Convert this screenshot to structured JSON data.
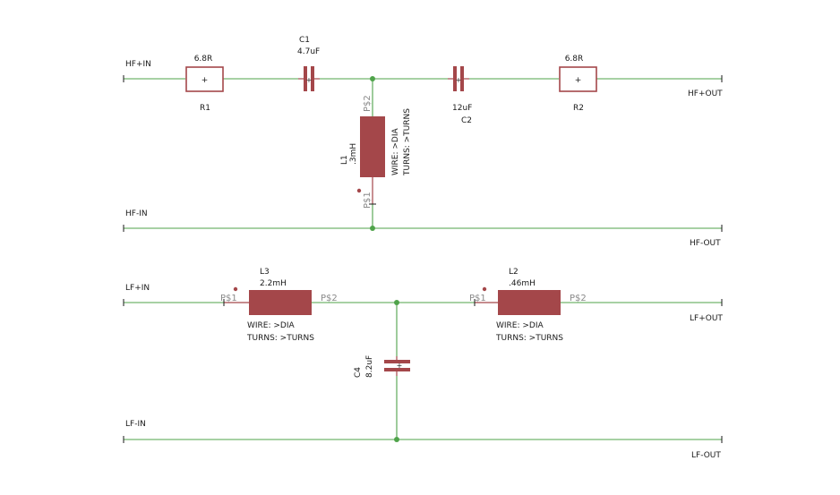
{
  "ports": {
    "hf_in_pos": "HF+IN",
    "hf_out_pos": "HF+OUT",
    "hf_in_neg": "HF-IN",
    "hf_out_neg": "HF-OUT",
    "lf_in_pos": "LF+IN",
    "lf_out_pos": "LF+OUT",
    "lf_in_neg": "LF-IN",
    "lf_out_neg": "LF-OUT"
  },
  "components": {
    "r1": {
      "name": "R1",
      "value": "6.8R"
    },
    "r2": {
      "name": "R2",
      "value": "6.8R"
    },
    "c1": {
      "name": "C1",
      "value": "4.7uF"
    },
    "c2": {
      "name": "C2",
      "value": "12uF"
    },
    "c4": {
      "name": "C4",
      "value": "8.2uF"
    },
    "l1": {
      "name": "L1",
      "value": ".3mH",
      "wire": "WIRE: >DIA",
      "turns": "TURNS: >TURNS",
      "pin1": "P$1",
      "pin2": "P$2"
    },
    "l2": {
      "name": "L2",
      "value": ".46mH",
      "wire": "WIRE: >DIA",
      "turns": "TURNS: >TURNS",
      "pin1": "P$1",
      "pin2": "P$2"
    },
    "l3": {
      "name": "L3",
      "value": "2.2mH",
      "wire": "WIRE: >DIA",
      "turns": "TURNS: >TURNS",
      "pin1": "P$1",
      "pin2": "P$2"
    }
  },
  "symbols": {
    "plus": "+"
  },
  "colors": {
    "wire": "#4fa34a",
    "component": "#a4474a",
    "text": "#1a1a1a",
    "pin_text": "#8a8a8a",
    "background": "#ffffff"
  }
}
